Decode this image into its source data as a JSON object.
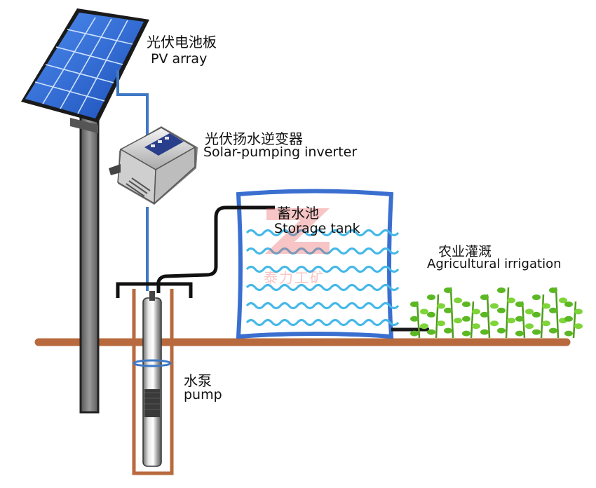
{
  "labels": {
    "pv_array_zh": "光伏电池板",
    "pv_array_en": "PV array",
    "inverter_zh": "光伏扬水逆变器",
    "inverter_en": "Solar-pumping inverter",
    "tank_zh": "蓄水池",
    "tank_en": "Storage tank",
    "irrigation_zh": "农业灌溉",
    "irrigation_en": "Agricultural irrigation",
    "pump_zh": "水泵",
    "pump_en": "pump"
  },
  "watermark": {
    "text": "泰力工矿"
  },
  "colors": {
    "wire_blue": "#3d78c4",
    "ground_brown": "#b86a3e",
    "tank_outline": "#3a6fd0",
    "water": "#45b8e8",
    "panel_blue": "#2b67d9",
    "pole_gray": "#7a7a7a",
    "plant_green": "#6cc52a",
    "watermark_red": "#e85a5a"
  }
}
